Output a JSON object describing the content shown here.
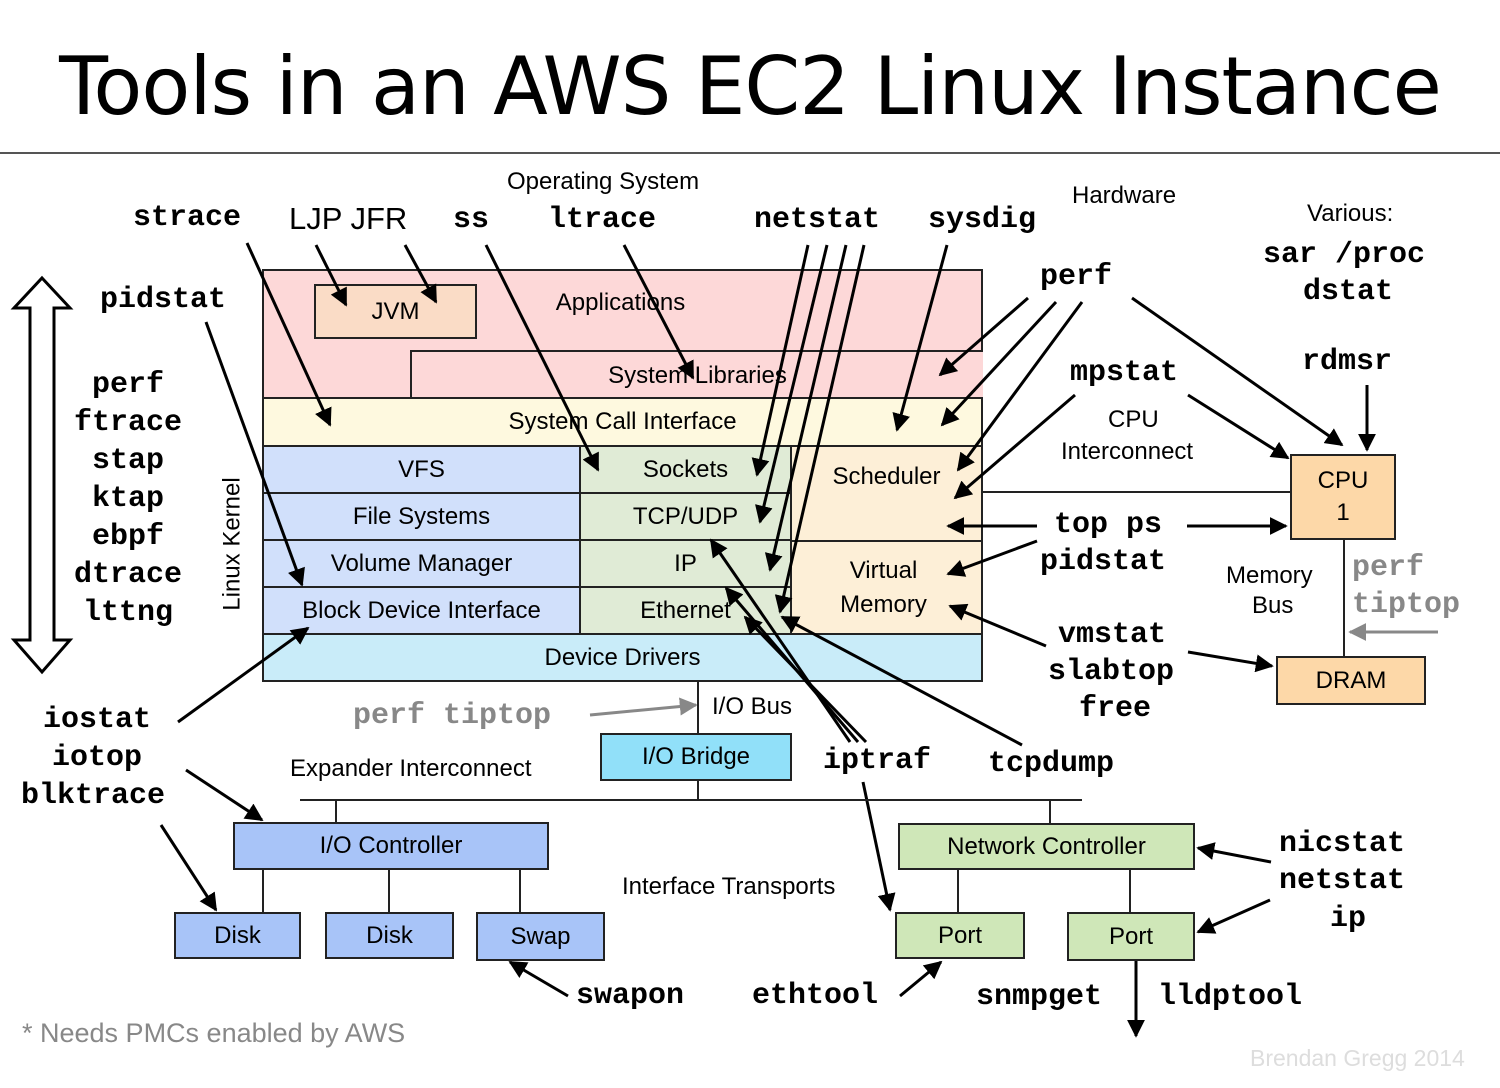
{
  "title": "Tools in an AWS EC2 Linux Instance",
  "section_labels": {
    "operating_system": "Operating System",
    "hardware": "Hardware",
    "various": "Various:",
    "linux_kernel": "Linux Kernel",
    "cpu_interconnect_1": "CPU",
    "cpu_interconnect_2": "Interconnect",
    "memory_bus_1": "Memory",
    "memory_bus_2": "Bus",
    "io_bus": "I/O Bus",
    "expander_interconnect": "Expander Interconnect",
    "interface_transports": "Interface Transports"
  },
  "components": {
    "applications": "Applications",
    "jvm": "JVM",
    "system_libraries": "System Libraries",
    "system_call_interface": "System Call Interface",
    "vfs": "VFS",
    "file_systems": "File Systems",
    "volume_manager": "Volume Manager",
    "block_device_interface": "Block Device Interface",
    "sockets": "Sockets",
    "tcp_udp": "TCP/UDP",
    "ip": "IP",
    "ethernet": "Ethernet",
    "scheduler": "Scheduler",
    "virtual_memory_1": "Virtual",
    "virtual_memory_2": "Memory",
    "device_drivers": "Device Drivers",
    "cpu_1": "CPU",
    "cpu_2": "1",
    "dram": "DRAM",
    "io_bridge": "I/O Bridge",
    "io_controller": "I/O Controller",
    "disk_1": "Disk",
    "disk_2": "Disk",
    "swap": "Swap",
    "network_controller": "Network Controller",
    "port_1": "Port",
    "port_2": "Port"
  },
  "tools": {
    "strace": "strace",
    "ljp_jfr": "LJP JFR",
    "ss": "ss",
    "ltrace": "ltrace",
    "netstat_top": "netstat",
    "sysdig": "sysdig",
    "perf_top": "perf",
    "various_1": "sar /proc",
    "various_2": "dstat",
    "rdmsr": "rdmsr",
    "mpstat": "mpstat",
    "pidstat_top": "pidstat",
    "kernel_tracers": [
      "perf",
      "ftrace",
      "stap",
      "ktap",
      "ebpf",
      "dtrace",
      "lttng"
    ],
    "top_ps": "top ps",
    "pidstat_mid": "pidstat",
    "vmstat": "vmstat",
    "slabtop": "slabtop",
    "free": "free",
    "perf_mem": "perf",
    "tiptop_mem": "tiptop",
    "iostat": "iostat",
    "iotop": "iotop",
    "blktrace": "blktrace",
    "perf_tiptop_io": "perf tiptop",
    "iptraf": "iptraf",
    "tcpdump": "tcpdump",
    "nicstat": "nicstat",
    "netstat_net": "netstat",
    "ip": "ip",
    "swapon": "swapon",
    "ethtool": "ethtool",
    "snmpget": "snmpget",
    "lldptool": "lldptool"
  },
  "footnote": "* Needs PMCs enabled by AWS",
  "credit": "Brendan Gregg 2014",
  "colors": {
    "app": "#fdd8d8",
    "jvm": "#fadcc6",
    "syscall": "#fef9df",
    "fs": "#d1e0fb",
    "net": "#e0ebd6",
    "sched": "#fdefd7",
    "drivers": "#c9ecf9",
    "cpu": "#fdd8a8",
    "iobridge": "#91e0f9",
    "ioctrl": "#a8c4f8",
    "netctrl": "#cfe7b8"
  }
}
